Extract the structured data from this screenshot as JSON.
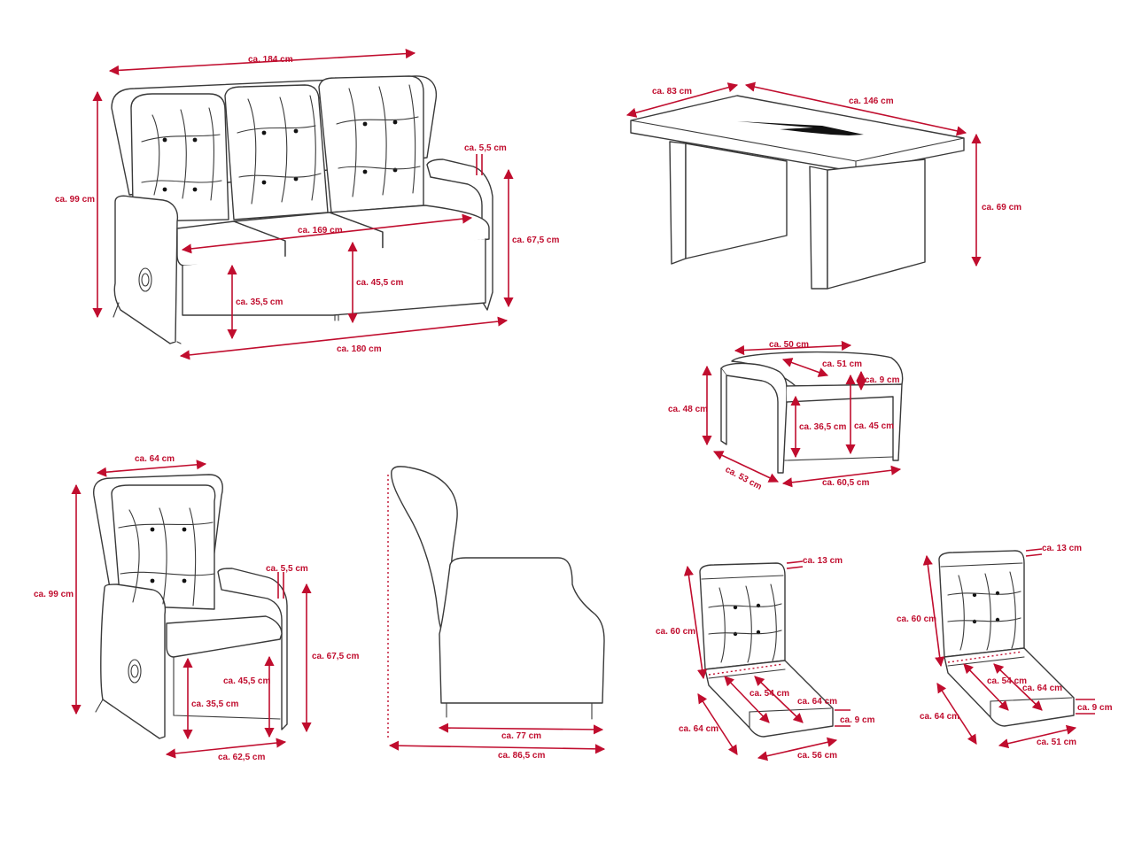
{
  "colors": {
    "dimension": "#c00d2e",
    "outline": "#3a3a3a",
    "background": "#ffffff"
  },
  "sofa": {
    "width_top": "ca. 184 cm",
    "height_total": "ca. 99 cm",
    "seat_width": "ca. 169 cm",
    "armrest_width": "ca. 5,5 cm",
    "arm_height": "ca. 67,5 cm",
    "seat_height": "ca. 45,5 cm",
    "leg_height": "ca. 35,5 cm",
    "width_bottom": "ca. 180 cm"
  },
  "table": {
    "depth": "ca. 83 cm",
    "length": "ca. 146 cm",
    "height": "ca. 69 cm"
  },
  "stool": {
    "top_width": "ca. 50 cm",
    "top_depth": "ca. 51 cm",
    "cushion_thickness": "ca. 9 cm",
    "height_total": "ca. 48 cm",
    "leg_height": "ca. 36,5 cm",
    "seat_height": "ca. 45 cm",
    "depth": "ca. 53 cm",
    "width": "ca. 60,5 cm"
  },
  "armchair_front": {
    "width_top": "ca. 64 cm",
    "height_total": "ca. 99 cm",
    "armrest_width": "ca. 5,5 cm",
    "arm_height": "ca. 67,5 cm",
    "seat_height": "ca. 45,5 cm",
    "leg_height": "ca. 35,5 cm",
    "width_bottom": "ca. 62,5 cm"
  },
  "armchair_side": {
    "depth": "ca. 77 cm",
    "depth_reclined": "ca. 86,5 cm"
  },
  "cushion_large": {
    "top_thickness": "ca. 13 cm",
    "back_height": "ca. 60 cm",
    "seat_depth": "ca. 54 cm",
    "seat_width_diag": "ca. 64 cm",
    "seat_thickness": "ca. 9 cm",
    "side_depth": "ca. 64 cm",
    "bottom_width": "ca. 56 cm"
  },
  "cushion_small": {
    "top_thickness": "ca. 13 cm",
    "back_height": "ca. 60 cm",
    "seat_depth": "ca. 54 cm",
    "seat_width_diag": "ca. 64 cm",
    "seat_thickness": "ca. 9 cm",
    "side_depth": "ca. 64 cm",
    "bottom_width": "ca. 51 cm"
  }
}
